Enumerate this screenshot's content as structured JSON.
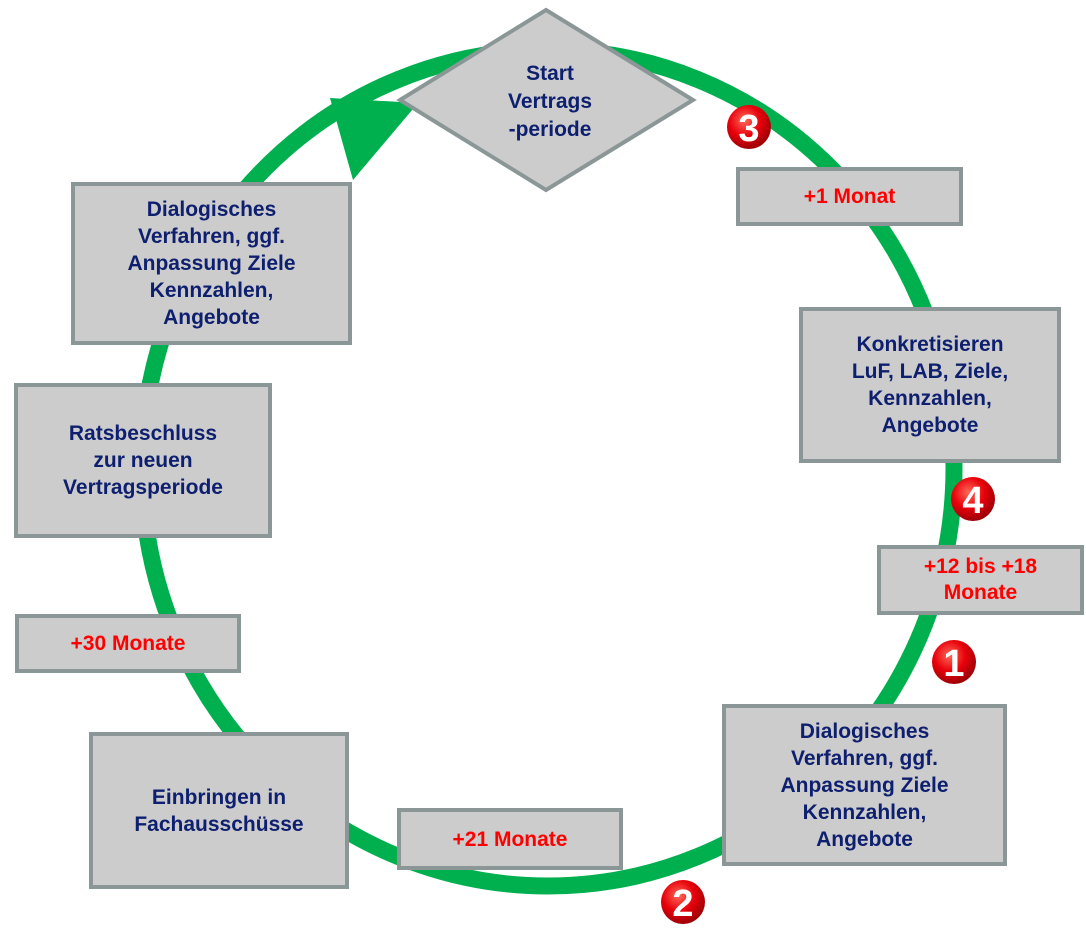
{
  "start": {
    "label": "Start\nVertrags\n-periode"
  },
  "steps": {
    "konkretisieren": "Konkretisieren\nLuF, LAB, Ziele,\nKennzahlen,\nAngebote",
    "dialog_right": "Dialogisches\nVerfahren, ggf.\nAnpassung Ziele\nKennzahlen,\nAngebote",
    "einbringen": "Einbringen in\nFachausschüsse",
    "ratsbeschluss": "Ratsbeschluss\nzur neuen\nVertragsperiode",
    "dialog_left": "Dialogisches\nVerfahren, ggf.\nAnpassung Ziele\nKennzahlen,\nAngebote"
  },
  "times": {
    "t1": "+1 Monat",
    "t12": "+12 bis +18\nMonate",
    "t21": "+21 Monate",
    "t30": "+30 Monate"
  },
  "markers": [
    "1",
    "2",
    "3",
    "4"
  ],
  "colors": {
    "cycle": "#00b04f",
    "marker": "#e8000a",
    "box_fill": "#cccccc",
    "box_border": "#8b9696",
    "step_text": "#0d1f6e",
    "time_text": "#ff0000"
  }
}
